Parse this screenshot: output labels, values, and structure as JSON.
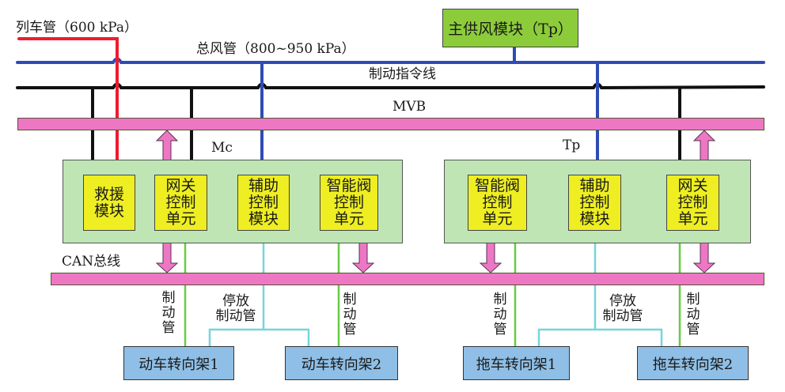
{
  "colors": {
    "train_pipe": "#ee1c2e",
    "main_air_pipe": "#2f4cb3",
    "brake_command_line": "#111111",
    "bus": "#ee77c4",
    "car_group": "#bfe5b5",
    "module": "#eeee22",
    "brake_pipe": "#66cc44",
    "parking_brake_pipe": "#77d4dd",
    "bogie": "#8fbfe6",
    "main_supply": "#8ccc3a"
  },
  "lines": {
    "train_pipe": "列车管（600 kPa）",
    "main_air_pipe": "总风管（800~950 kPa）",
    "brake_command_line": "制动指令线",
    "mvb": "MVB",
    "can_bus": "CAN总线"
  },
  "main_supply_module": "主供风模块（Tp）",
  "cars": {
    "mc": {
      "label": "Mc",
      "modules": {
        "rescue": [
          "救援",
          "模块"
        ],
        "gateway": [
          "网关",
          "控制",
          "单元"
        ],
        "auxiliary": [
          "辅助",
          "控制",
          "模块"
        ],
        "smart_valve": [
          "智能阀",
          "控制",
          "单元"
        ]
      },
      "bogies": [
        "动车转向架1",
        "动车转向架2"
      ]
    },
    "tp": {
      "label": "Tp",
      "modules": {
        "smart_valve": [
          "智能阀",
          "控制",
          "单元"
        ],
        "auxiliary": [
          "辅助",
          "控制",
          "模块"
        ],
        "gateway": [
          "网关",
          "控制",
          "单元"
        ]
      },
      "bogies": [
        "拖车转向架1",
        "拖车转向架2"
      ]
    }
  },
  "pipe_labels": {
    "brake_pipe": [
      "制",
      "动",
      "管"
    ],
    "parking_brake_pipe": [
      "停放",
      "制动管"
    ]
  }
}
